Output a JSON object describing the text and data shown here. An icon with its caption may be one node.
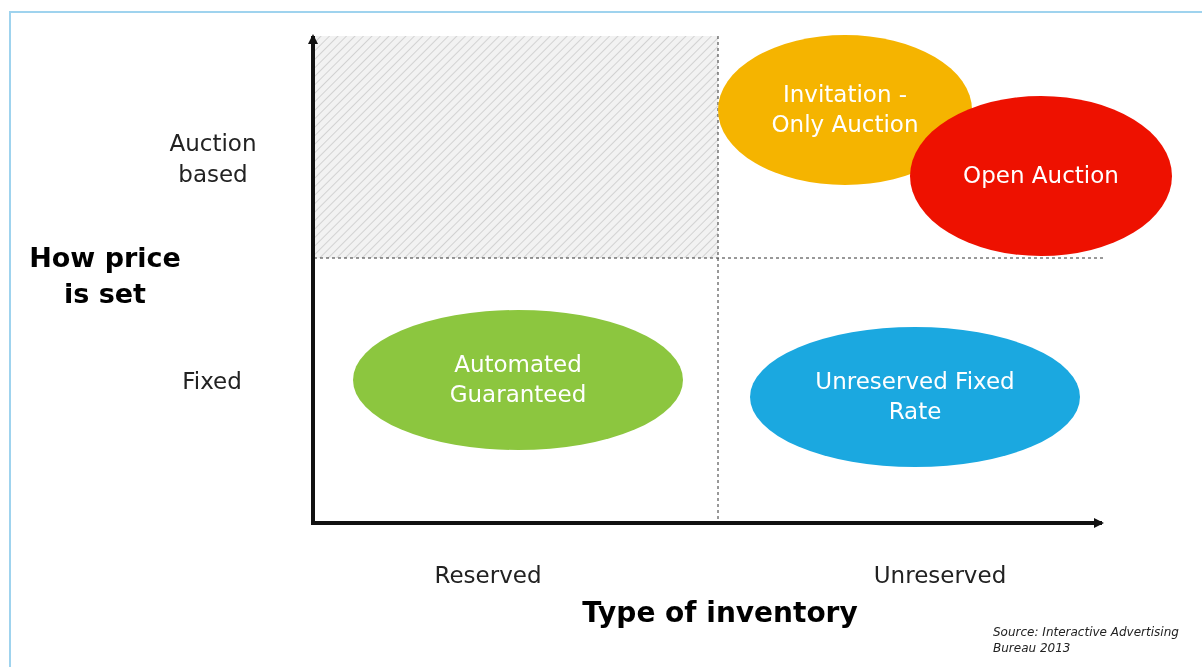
{
  "diagram": {
    "nodes": [
      {
        "text": [
          "Invitation - Only Auction"
        ]
      },
      {
        "text": [
          "Open Auction"
        ]
      },
      {
        "text": [
          "Automated Guaranteed"
        ]
      },
      {
        "text": [
          "Unreserved Fixed Rate"
        ]
      }
    ],
    "labels": [
      "Auction based",
      "How price is set",
      "Fixed",
      "Reserved",
      "Unreserved",
      "Type of inventory",
      "Source: Interactive Advertising Bureau 2013"
    ]
  }
}
